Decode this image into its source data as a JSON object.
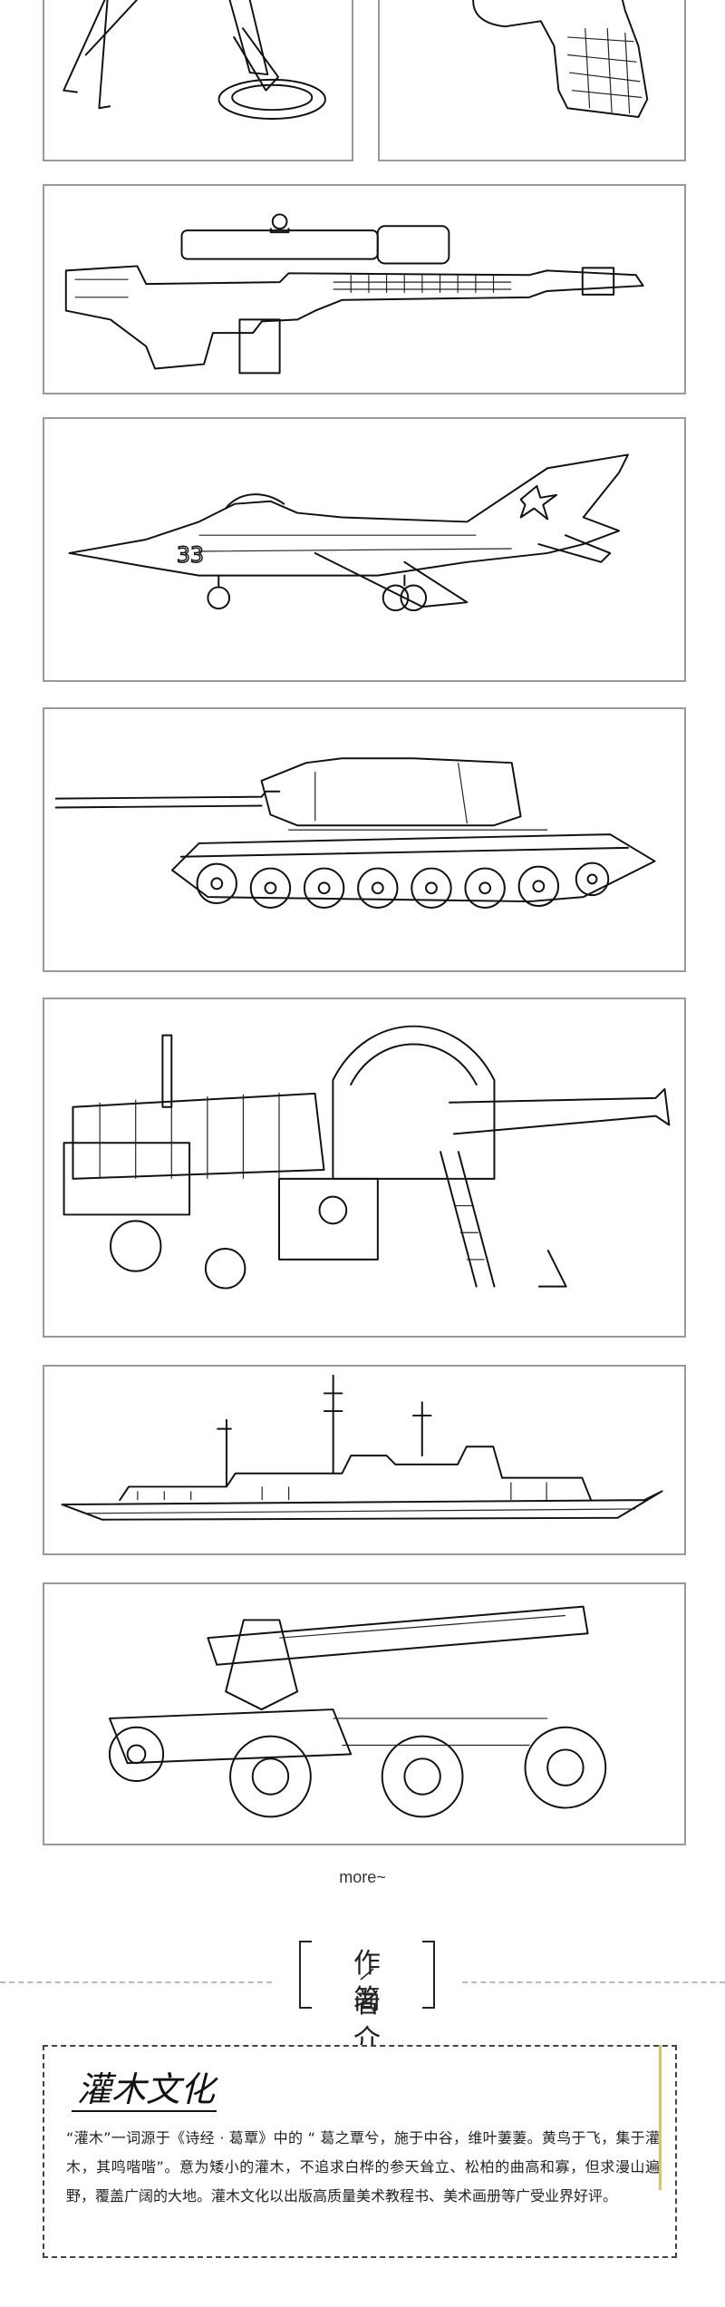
{
  "illustrations": [
    {
      "id": "mortar",
      "label": "mortar-illustration"
    },
    {
      "id": "glove",
      "label": "glove-illustration"
    },
    {
      "id": "sniper-rifle",
      "label": "sniper-rifle-illustration"
    },
    {
      "id": "jet",
      "label": "jet-fighter-illustration",
      "marking": "33"
    },
    {
      "id": "tank",
      "label": "tank-illustration"
    },
    {
      "id": "railway-gun",
      "label": "railway-gun-illustration"
    },
    {
      "id": "warship",
      "label": "warship-illustration"
    },
    {
      "id": "howitzer",
      "label": "howitzer-illustration"
    }
  ],
  "more_text": "more~",
  "author_section": {
    "title_top": "作者",
    "title_bottom": "简介",
    "publisher_name": "灌木文化",
    "description": "“灌木”一词源于《诗经 · 葛覃》中的 “ 葛之覃兮，施于中谷，维叶萋萋。黄鸟于飞，集于灌木，其鸣喈喈”。意为矮小的灌木，不追求白桦的参天耸立、松柏的曲高和寡，但求漫山遍野，覆盖广阔的大地。灌木文化以出版高质量美术教程书、美术画册等广受业界好评。"
  },
  "colors": {
    "frame_border": "#999999",
    "accent": "#d7c46a",
    "text": "#222222"
  }
}
